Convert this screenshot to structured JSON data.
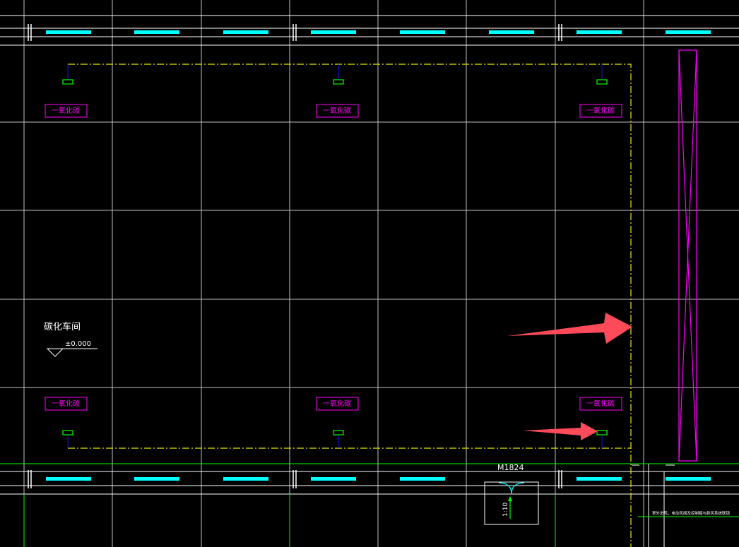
{
  "drawing": {
    "room_name": "碳化车间",
    "elevation": "±0.000",
    "door_tag": "M1824",
    "ramp_slope": "1:10",
    "co_label": "一氧化碳",
    "side_note": "室外进风，电动风阀及控制箱与新风系统联锁"
  },
  "colors": {
    "background": "#000000",
    "grid": "#ffffff",
    "yellow_line": "#e8e800",
    "magenta": "#ff00ff",
    "cyan": "#00ffff",
    "green": "#00ff00",
    "blue": "#1010ff",
    "arrow": "#ff4a5a"
  }
}
